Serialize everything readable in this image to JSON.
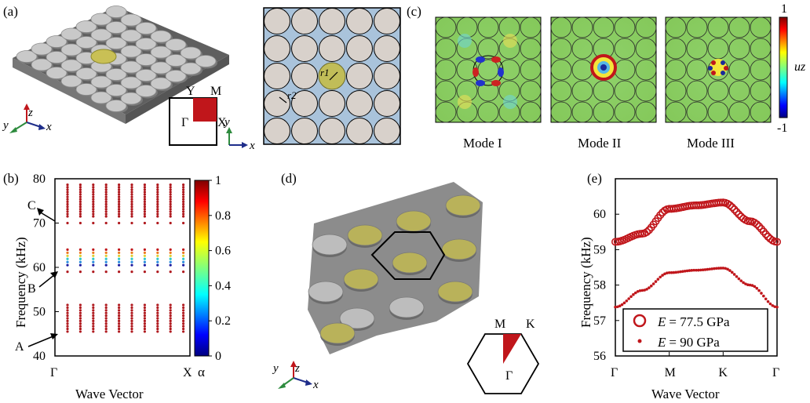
{
  "panel_labels": {
    "a": "(a)",
    "b": "(b)",
    "c": "(c)",
    "d": "(d)",
    "e": "(e)"
  },
  "panel_a": {
    "axes": {
      "z": "z",
      "y": "y",
      "x": "x"
    },
    "bz_labels": {
      "y": "Y",
      "m": "M",
      "gamma": "Γ",
      "x": "X"
    },
    "unit_axes": {
      "y": "y",
      "x": "x"
    },
    "radii": {
      "r1": "r1",
      "r2": "r2"
    }
  },
  "panel_c": {
    "mode_labels": [
      "Mode I",
      "Mode II",
      "Mode III"
    ],
    "colorbar": {
      "max": "1",
      "min": "-1",
      "label": "uz"
    }
  },
  "panel_b": {
    "ylabel": "Frequency (kHz)",
    "xlabel": "Wave Vector",
    "yticks": [
      "40",
      "50",
      "60",
      "70",
      "80"
    ],
    "xticks": [
      "Γ",
      "X"
    ],
    "markers": [
      "C",
      "B",
      "A"
    ],
    "colorbar": {
      "ticks": [
        "0",
        "0.2",
        "0.4",
        "0.6",
        "0.8",
        "1"
      ],
      "label": "α"
    }
  },
  "panel_d": {
    "axes": {
      "z": "z",
      "y": "y",
      "x": "x"
    },
    "bz_labels": {
      "m": "M",
      "k": "K",
      "gamma": "Γ"
    }
  },
  "chart_data": {
    "type": "scatter",
    "xlabel": "Wave Vector",
    "ylabel": "Frequency (kHz)",
    "categories": [
      "Γ",
      "M",
      "K",
      "Γ"
    ],
    "ylim": [
      56,
      61
    ],
    "yticks": [
      "56",
      "57",
      "58",
      "59",
      "60"
    ],
    "series": [
      {
        "name": "E = 77.5 GPa",
        "marker": "open-circle",
        "color": "#c0161b",
        "x": [
          0,
          0.5,
          1,
          1.5,
          2,
          2.5,
          3
        ],
        "values": [
          59.22,
          59.45,
          60.15,
          60.25,
          60.33,
          59.8,
          59.22
        ]
      },
      {
        "name": "E = 90 GPa",
        "marker": "dot",
        "color": "#c0161b",
        "x": [
          0,
          0.5,
          1,
          1.5,
          2,
          2.5,
          3
        ],
        "values": [
          57.38,
          57.85,
          58.35,
          58.42,
          58.48,
          58.0,
          57.38
        ]
      }
    ],
    "legend": [
      {
        "prefix": "E",
        "value": "= 77.5 GPa"
      },
      {
        "prefix": "E",
        "value": "= 90 GPa"
      }
    ]
  }
}
